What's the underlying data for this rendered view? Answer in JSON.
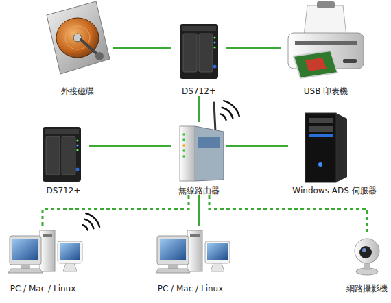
{
  "diagram": {
    "nodes": [
      {
        "text": [
          "外接磁碟"
        ]
      },
      {
        "text": [
          "DS712+"
        ]
      },
      {
        "text": [
          "USB 印表機"
        ]
      },
      {
        "text": [
          "DS712+"
        ]
      },
      {
        "text": [
          "無線路由器"
        ]
      },
      {
        "text": [
          "Windows ADS 伺服器"
        ]
      },
      {
        "text": [
          "PC / Mac / Linux"
        ]
      },
      {
        "text": [
          "PC / Mac / Linux"
        ]
      },
      {
        "text": [
          "網路攝影機"
        ]
      }
    ],
    "edges": [
      {
        "from": 0,
        "to": 1,
        "arrow": "none"
      },
      {
        "from": 1,
        "to": 2,
        "arrow": "none"
      },
      {
        "from": 1,
        "to": 4,
        "arrow": "none"
      },
      {
        "from": 3,
        "to": 4,
        "arrow": "none"
      },
      {
        "from": 4,
        "to": 5,
        "arrow": "none"
      },
      {
        "from": 4,
        "to": 6,
        "arrow": "none"
      },
      {
        "from": 4,
        "to": 7,
        "arrow": "none"
      },
      {
        "from": 4,
        "to": 8,
        "arrow": "none"
      }
    ]
  }
}
